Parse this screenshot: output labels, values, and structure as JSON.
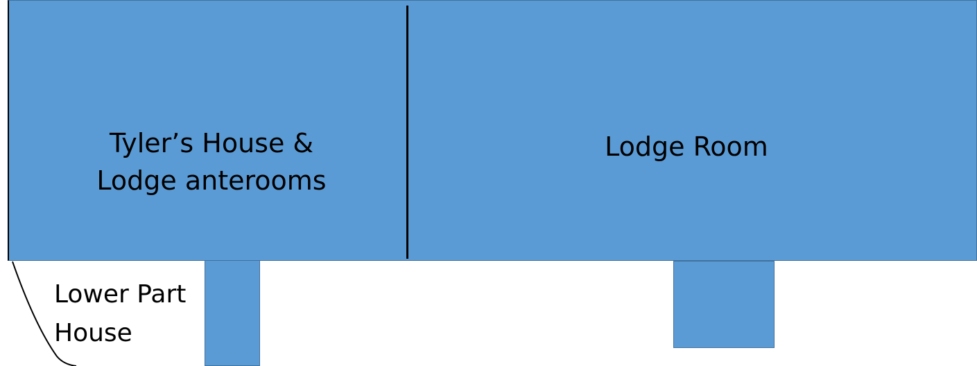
{
  "colors": {
    "room_fill": "#5b9bd5",
    "room_border": "#41719c",
    "line": "#000000",
    "background": "#ffffff"
  },
  "rooms": {
    "tyler_house": {
      "label": "Tyler’s House &\nLodge anterooms"
    },
    "lodge_room": {
      "label": "Lodge Room"
    },
    "lower_part_house": {
      "label": "Lower Part\nHouse"
    }
  }
}
